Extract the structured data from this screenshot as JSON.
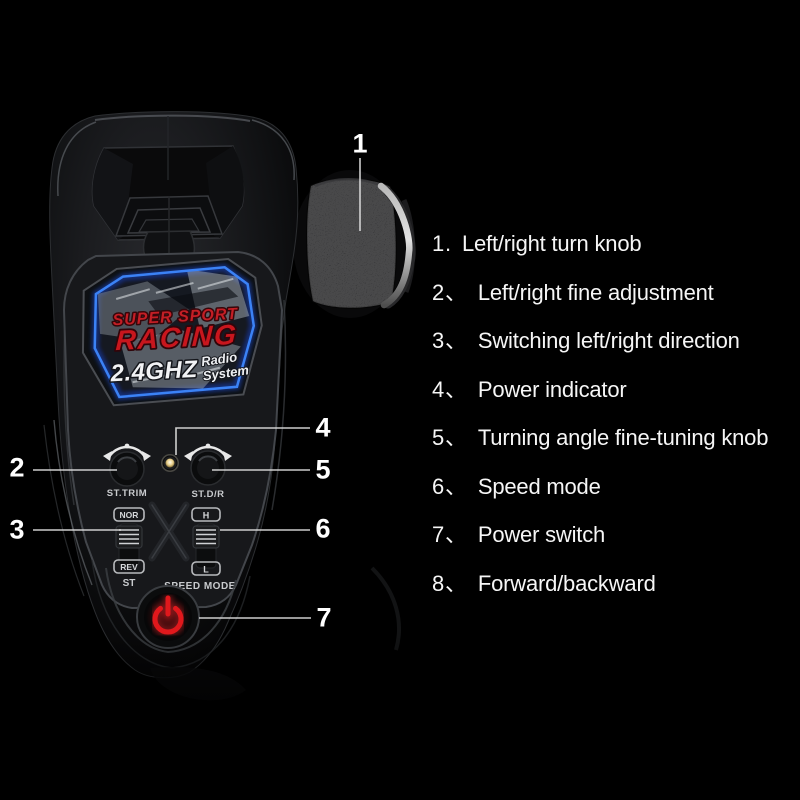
{
  "device": {
    "badge": {
      "brand_top": "SUPER SPORT",
      "brand_main": "RACING",
      "freq": "2.4GHZ",
      "radio_line1": "Radio",
      "radio_line2": "System"
    },
    "labels": {
      "st_trim": "ST.TRIM",
      "st_dr": "ST.D/R",
      "nor": "NOR",
      "rev": "REV",
      "st": "ST",
      "high": "H",
      "low": "L",
      "speed_mode": "SPEED MODE"
    }
  },
  "callouts": [
    {
      "num": "1"
    },
    {
      "num": "2"
    },
    {
      "num": "3"
    },
    {
      "num": "4"
    },
    {
      "num": "5"
    },
    {
      "num": "6"
    },
    {
      "num": "7"
    }
  ],
  "legend": {
    "items": [
      {
        "num": "1",
        "sep": ".",
        "label": "Left/right turn knob"
      },
      {
        "num": "2",
        "sep": "、",
        "label": "Left/right fine adjustment"
      },
      {
        "num": "3",
        "sep": "、",
        "label": "Switching left/right direction"
      },
      {
        "num": "4",
        "sep": "、",
        "label": "Power indicator"
      },
      {
        "num": "5",
        "sep": "、",
        "label": "Turning angle fine-tuning knob"
      },
      {
        "num": "6",
        "sep": "、",
        "label": "Speed mode"
      },
      {
        "num": "7",
        "sep": "、",
        "label": "Power switch"
      },
      {
        "num": "8",
        "sep": "、",
        "label": "Forward/backward"
      }
    ]
  },
  "colors": {
    "background": "#000000",
    "accent_red": "#c8161d",
    "badge_blue": "#2f6fe0",
    "power_glow_red": "#e0181c",
    "led_amber": "#e8cf8a",
    "text_white": "#f6f6f6"
  }
}
